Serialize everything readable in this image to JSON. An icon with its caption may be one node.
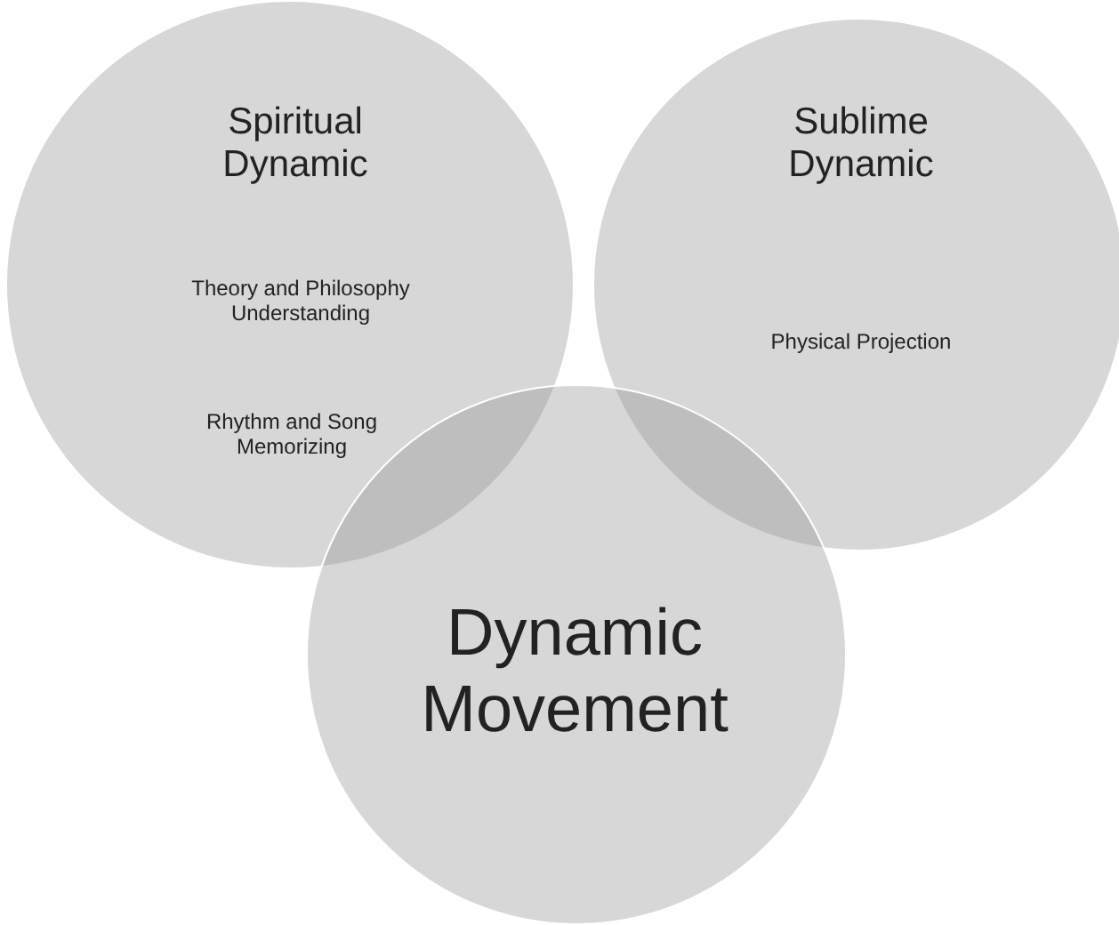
{
  "diagram": {
    "nodes": [
      {
        "text": [
          "Spiritual Dynamic",
          "Theory and Philosophy Understanding",
          "Rhythm and Song Memorizing"
        ]
      },
      {
        "text": [
          "Sublime Dynamic",
          "Physical Projection"
        ]
      },
      {
        "text": [
          "Dynamic Movement"
        ]
      }
    ]
  }
}
